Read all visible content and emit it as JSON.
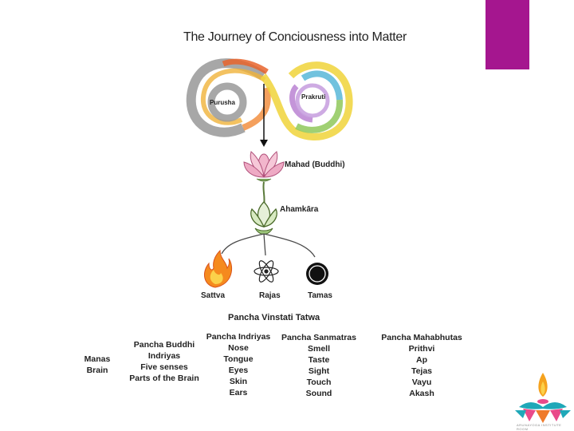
{
  "title": "The Journey of Conciousness into Matter",
  "colors": {
    "accent": "#a5168f",
    "lotus": "#e8a0c0",
    "stem": "#7aa35a",
    "flame": "#f07818"
  },
  "infinity": {
    "left_label": "Purusha",
    "right_label": "Prakruti"
  },
  "nodes": {
    "mahad": "Mahad (Buddhi)",
    "ahamkara": "Ahamkāra",
    "sattva": "Sattva",
    "rajas": "Rajas",
    "tamas": "Tamas"
  },
  "pancha_title": "Pancha Vinstati Tatwa",
  "columns": {
    "manas": [
      "Manas",
      "Brain"
    ],
    "buddhi": [
      "Pancha Buddhi",
      "Indriyas",
      "Five senses",
      "Parts of the Brain"
    ],
    "indriyas": [
      "Pancha Indriyas",
      "Nose",
      "Tongue",
      "Eyes",
      "Skin",
      "Ears"
    ],
    "sanmatras": [
      "Pancha Sanmatras",
      "Smell",
      "Taste",
      "Sight",
      "Touch",
      "Sound"
    ],
    "mahabhutas": [
      "Pancha Mahabhutas",
      "Prithvi",
      "Ap",
      "Tejas",
      "Vayu",
      "Akash"
    ]
  },
  "logo_text": "ARUNAYOGA INSTITUTE ROOM"
}
